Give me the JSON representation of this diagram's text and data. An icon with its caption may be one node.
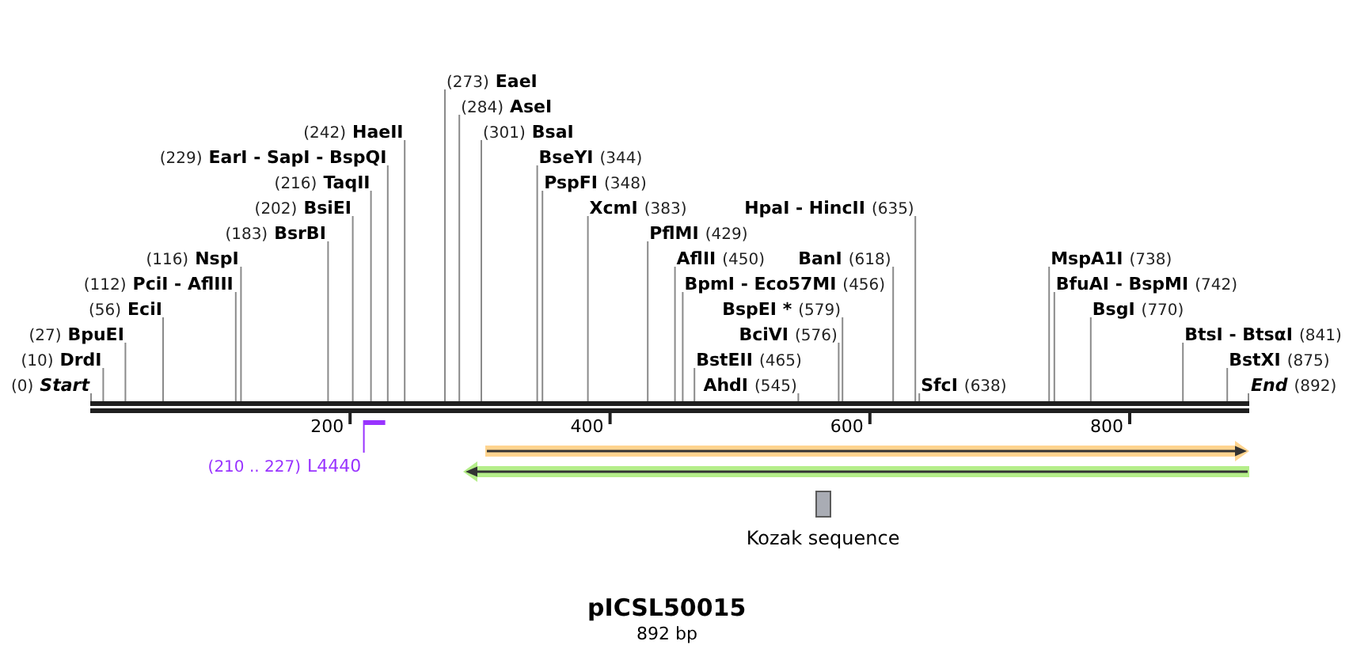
{
  "diagram": {
    "title": "pICSL50015",
    "nodes": [
      {
        "text": [
          "(0)",
          "Start"
        ]
      },
      {
        "text": [
          "(10)",
          "DrdI"
        ]
      },
      {
        "text": [
          "(27)",
          "BpuEI"
        ]
      },
      {
        "text": [
          "(56)",
          "EciI"
        ]
      },
      {
        "text": [
          "(112)",
          "PciI - AflIII"
        ]
      },
      {
        "text": [
          "(116)",
          "NspI"
        ]
      },
      {
        "text": [
          "(183)",
          "BsrBI"
        ]
      },
      {
        "text": [
          "(202)",
          "BsiEI"
        ]
      },
      {
        "text": [
          "(210 .. 227)",
          "L4440"
        ]
      },
      {
        "text": [
          "(216)",
          "TaqII"
        ]
      },
      {
        "text": [
          "(229)",
          "EarI - SapI - BspQI"
        ]
      },
      {
        "text": [
          "(242)",
          "HaeII"
        ]
      },
      {
        "text": [
          "(273)",
          "EaeI"
        ]
      },
      {
        "text": [
          "(284)",
          "AseI"
        ]
      },
      {
        "text": [
          "(301)",
          "BsaI"
        ]
      },
      {
        "text": [
          "BseYI",
          "(344)"
        ]
      },
      {
        "text": [
          "PspFI",
          "(348)"
        ]
      },
      {
        "text": [
          "XcmI",
          "(383)"
        ]
      },
      {
        "text": [
          "PflMI",
          "(429)"
        ]
      },
      {
        "text": [
          "AflII",
          "(450)"
        ]
      },
      {
        "text": [
          "BpmI - Eco57MI",
          "(456)"
        ]
      },
      {
        "text": [
          "BstEII",
          "(465)"
        ]
      },
      {
        "text": [
          "AhdI",
          "(545)"
        ]
      },
      {
        "text": [
          "BciVI",
          "(576)"
        ]
      },
      {
        "text": [
          "BspEI *",
          "(579)"
        ]
      },
      {
        "text": [
          "BanI",
          "(618)"
        ]
      },
      {
        "text": [
          "HpaI - HincII",
          "(635)"
        ]
      },
      {
        "text": [
          "SfcI",
          "(638)"
        ]
      },
      {
        "text": [
          "MspA1I",
          "(738)"
        ]
      },
      {
        "text": [
          "BfuAI - BspMI",
          "(742)"
        ]
      },
      {
        "text": [
          "BsgI",
          "(770)"
        ]
      },
      {
        "text": [
          "BtsI - BtsαI",
          "(841)"
        ]
      },
      {
        "text": [
          "BstXI",
          "(875)"
        ]
      },
      {
        "text": [
          "End",
          "(892)"
        ]
      },
      {
        "text": [],
        "shape": "bar"
      },
      {
        "text": [],
        "shape": "bar"
      },
      {
        "text": [],
        "shape": "arrow"
      },
      {
        "text": [],
        "shape": "arrow"
      },
      {
        "text": [
          "Kozak sequence"
        ]
      }
    ],
    "edges": [
      {
        "from": 0,
        "to": 34,
        "arrow": "none"
      },
      {
        "from": 1,
        "to": 34,
        "arrow": "none"
      },
      {
        "from": 2,
        "to": 34,
        "arrow": "none"
      },
      {
        "from": 3,
        "to": 34,
        "arrow": "none"
      },
      {
        "from": 4,
        "to": 34,
        "arrow": "none"
      },
      {
        "from": 5,
        "to": 34,
        "arrow": "none"
      },
      {
        "from": 6,
        "to": 34,
        "arrow": "none"
      },
      {
        "from": 7,
        "to": 34,
        "arrow": "none"
      },
      {
        "from": 8,
        "to": 35,
        "arrow": "none",
        "color": "#9933ff"
      },
      {
        "from": 9,
        "to": 34,
        "arrow": "none"
      },
      {
        "from": 10,
        "to": 34,
        "arrow": "none"
      },
      {
        "from": 11,
        "to": 34,
        "arrow": "none"
      },
      {
        "from": 12,
        "to": 34,
        "arrow": "none"
      },
      {
        "from": 13,
        "to": 34,
        "arrow": "none"
      },
      {
        "from": 14,
        "to": 34,
        "arrow": "none"
      },
      {
        "from": 15,
        "to": 34,
        "arrow": "none"
      },
      {
        "from": 16,
        "to": 34,
        "arrow": "none"
      },
      {
        "from": 17,
        "to": 34,
        "arrow": "none"
      },
      {
        "from": 18,
        "to": 34,
        "arrow": "none"
      },
      {
        "from": 19,
        "to": 34,
        "arrow": "none"
      },
      {
        "from": 20,
        "to": 34,
        "arrow": "none"
      },
      {
        "from": 21,
        "to": 34,
        "arrow": "none"
      },
      {
        "from": 22,
        "to": 34,
        "arrow": "none"
      },
      {
        "from": 23,
        "to": 34,
        "arrow": "none"
      },
      {
        "from": 24,
        "to": 34,
        "arrow": "none"
      },
      {
        "from": 25,
        "to": 34,
        "arrow": "none"
      },
      {
        "from": 26,
        "to": 34,
        "arrow": "none"
      },
      {
        "from": 27,
        "to": 34,
        "arrow": "none"
      },
      {
        "from": 28,
        "to": 34,
        "arrow": "none"
      },
      {
        "from": 29,
        "to": 34,
        "arrow": "none"
      },
      {
        "from": 30,
        "to": 34,
        "arrow": "none"
      },
      {
        "from": 31,
        "to": 34,
        "arrow": "none"
      },
      {
        "from": 32,
        "to": 34,
        "arrow": "none"
      },
      {
        "from": 33,
        "to": 34,
        "arrow": "none"
      }
    ],
    "labels": [
      "200",
      "400",
      "600",
      "800",
      "892 bp"
    ]
  }
}
